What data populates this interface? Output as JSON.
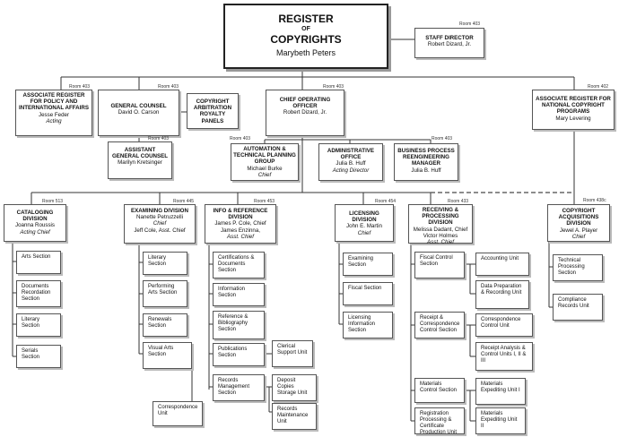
{
  "top": {
    "title1": "REGISTER",
    "of": "OF",
    "title2": "COPYRIGHTS",
    "name": "Marybeth Peters"
  },
  "staff_director": {
    "room": "Room 403",
    "title": "STAFF DIRECTOR",
    "name": "Robert Dizard, Jr."
  },
  "assoc_policy": {
    "room": "Room 403",
    "title": "ASSOCIATE REGISTER FOR POLICY AND INTERNATIONAL AFFAIRS",
    "name": "Jesse Feder",
    "role": "Acting"
  },
  "general_counsel": {
    "room": "Room 403",
    "title": "GENERAL COUNSEL",
    "name": "David O. Carson"
  },
  "carp": {
    "title": "COPYRIGHT ARBITRATION ROYALTY PANELS"
  },
  "asst_counsel": {
    "room": "Room 403",
    "title": "ASSISTANT GENERAL COUNSEL",
    "name": "Marilyn Kretsinger"
  },
  "coo": {
    "room": "Room 403",
    "title": "CHIEF OPERATING OFFICER",
    "name": "Robert Dizard, Jr."
  },
  "automation": {
    "room": "Room 403",
    "title": "AUTOMATION & TECHNICAL PLANNING GROUP",
    "name": "Michael Burke",
    "role": "Chief"
  },
  "admin": {
    "title": "ADMINISTRATIVE OFFICE",
    "name": "Julia B. Huff",
    "role": "Acting Director"
  },
  "bpr": {
    "room": "Room 403",
    "title": "BUSINESS PROCESS REENGINEERING MANAGER",
    "name": "Julia B. Huff"
  },
  "assoc_national": {
    "room": "Room 402",
    "title": "ASSOCIATE REGISTER FOR NATIONAL COPYRIGHT PROGRAMS",
    "name": "Mary Levering"
  },
  "cataloging": {
    "room": "Room 513",
    "title": "CATALOGING DIVISION",
    "name": "Joanna Roussis",
    "role": "Acting Chief",
    "sections": [
      "Arts Section",
      "Documents Recordation Section",
      "Literary Section",
      "Serials Section"
    ]
  },
  "examining": {
    "room": "Room 445",
    "title": "EXAMINING DIVISION",
    "name": "Nanette Petruzzelli",
    "role": "Chief",
    "name2": "Jeff Cole, Asst. Chief",
    "sections": [
      "Literary Section",
      "Performing Arts Section",
      "Renewals Section",
      "Visual Arts Section"
    ],
    "unit": "Correspondence Unit"
  },
  "info_ref": {
    "room": "Room 453",
    "title": "INFO & REFERENCE DIVISION",
    "name": "James P. Cole, Chief",
    "name2": "James Enzinna,",
    "role": "Asst. Chief",
    "sections": [
      "Certifications & Documents Section",
      "Information Section",
      "Reference & Bibliography Section",
      "Publications Section",
      "Records Management Section"
    ],
    "units": [
      "Clerical Support Unit",
      "Deposit Copies Storage Unit",
      "Records Maintenance Unit"
    ]
  },
  "licensing": {
    "room": "Room 454",
    "title": "LICENSING DIVISION",
    "name": "John E. Martin",
    "role": "Chief",
    "sections": [
      "Examining Section",
      "Fiscal Section",
      "Licensing Information Section"
    ]
  },
  "receiving": {
    "room": "Room 433",
    "title": "RECEIVING & PROCESSING DIVISION",
    "name": "Melissa Dadant, Chief",
    "name2": "Victor Holmes",
    "role": "Asst. Chief",
    "sections": [
      "Fiscal Control Section",
      "Receipt & Correspondence Control Section",
      "Materials Control Section",
      "Registration Processing & Certificate Production Unit"
    ],
    "units": [
      "Accounting Unit",
      "Data Preparation & Recording Unit",
      "Correspondence Control Unit",
      "Receipt Analysis & Control Units I, II & III",
      "Materials Expediting Unit I",
      "Materials Expediting Unit II"
    ]
  },
  "acquisitions": {
    "room": "Room 438c",
    "title": "COPYRIGHT ACQUISITIONS DIVISION",
    "name": "Jewel A. Player",
    "role": "Chief",
    "sections": [
      "Technical Processing Section",
      "Compliance Records Unit"
    ]
  }
}
